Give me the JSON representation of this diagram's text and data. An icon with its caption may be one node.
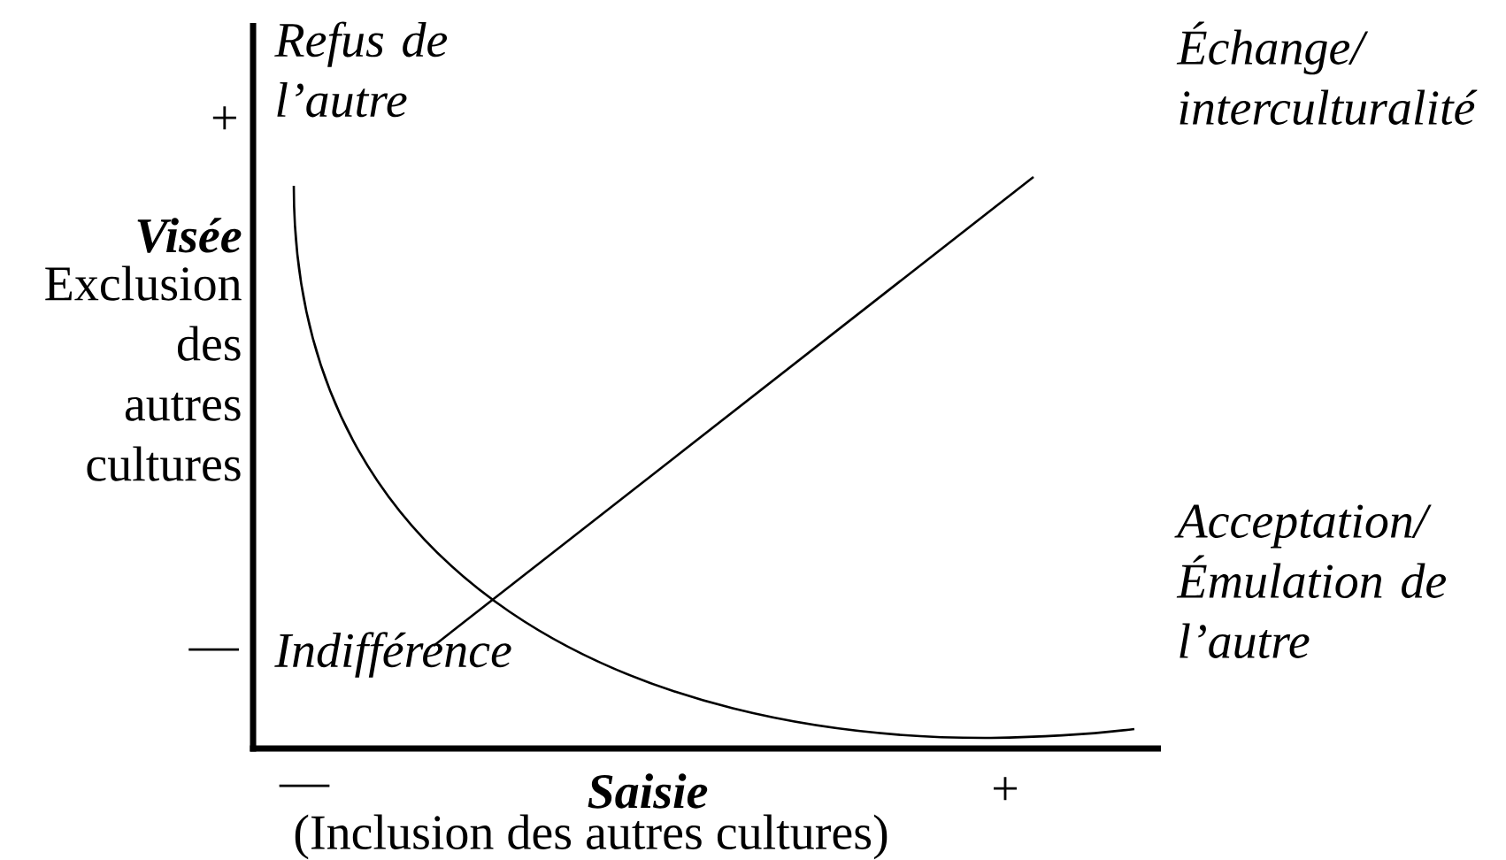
{
  "diagram": {
    "labels": [
      "Refus de l’autre",
      "Échange/ interculturalité",
      "+",
      "Visée",
      "Exclusion des autres cultures",
      "Acceptation/ Émulation de l’autre",
      "—",
      "Indifférence",
      "—",
      "Saisie",
      "+",
      "(Inclusion des autres cultures)"
    ]
  }
}
